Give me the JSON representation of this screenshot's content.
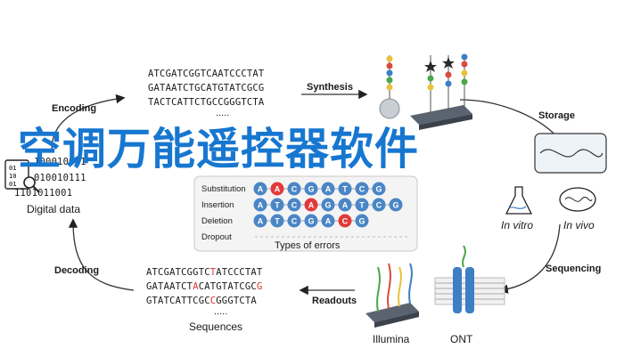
{
  "steps": {
    "encoding": "Encoding",
    "synthesis": "Synthesis",
    "storage": "Storage",
    "sequencing": "Sequencing",
    "readouts": "Readouts",
    "decoding": "Decoding"
  },
  "digital_data": {
    "label": "Digital data",
    "bits": [
      "1000100",
      "0100101",
      "1101011"
    ],
    "bits_tail": [
      "01",
      "11",
      "001"
    ]
  },
  "encoded_sequences": [
    "ATCGATCGGTCAATCCCTAT",
    "GATAATCTGCATGTATCGCG",
    "TACTCATTCTGCCGGGTCTA"
  ],
  "ellipsis": ".....",
  "storage_modes": {
    "in_vitro": "In vitro",
    "in_vivo": "In vivo"
  },
  "sequencers": {
    "illumina": "Illumina",
    "ont": "ONT"
  },
  "errors": {
    "title": "Types of errors",
    "rows": [
      {
        "name": "Substitution",
        "bases": [
          "A",
          "A",
          "C",
          "G",
          "A",
          "T",
          "C",
          "G"
        ],
        "highlight": 1
      },
      {
        "name": "Insertion",
        "bases": [
          "A",
          "T",
          "C",
          "A",
          "G",
          "A",
          "T",
          "C",
          "G"
        ],
        "highlight": 3
      },
      {
        "name": "Deletion",
        "bases": [
          "A",
          "T",
          "C",
          "G",
          "A",
          "C",
          "G"
        ],
        "highlight": 5
      },
      {
        "name": "Dropout",
        "bases": [],
        "highlight": -1
      }
    ],
    "base_color": "#4a86c5",
    "error_color": "#e23a3a"
  },
  "readouts": {
    "line1": {
      "pre": "ATCGATCGGTC",
      "err": "T",
      "post": "ATCCCTAT"
    },
    "line2": {
      "pre": "GATAATCT",
      "err": "A",
      "mid": "CATGTATCGC",
      "err2": "G"
    },
    "line3": {
      "pre": "GTATCATTCGC",
      "err": "C",
      "post": "GGGTCTA"
    },
    "label": "Sequences"
  },
  "overlay_title": "空调万能遥控器软件"
}
